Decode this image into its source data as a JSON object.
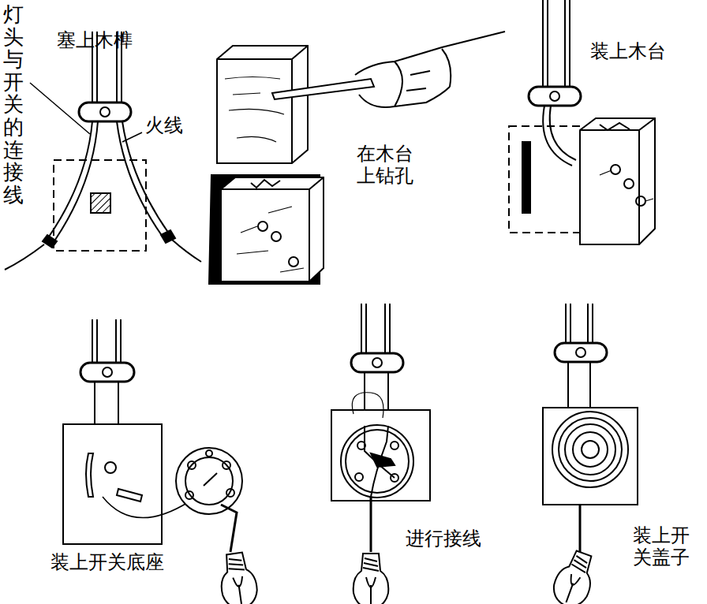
{
  "diagram": {
    "labels": [
      "灯头与开关的连接线",
      "塞上木榫",
      "火线",
      "在木台上钻孔",
      "装上木台",
      "装上开关底座",
      "进行接线",
      "装上开关盖子"
    ]
  }
}
